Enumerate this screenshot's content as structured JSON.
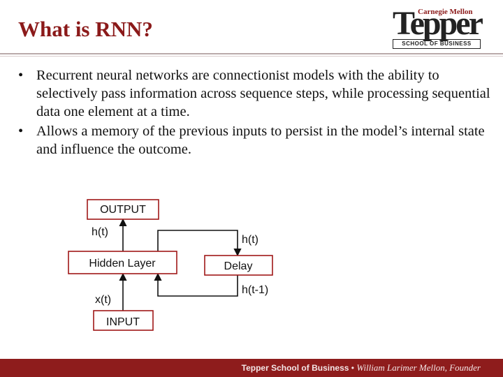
{
  "slide": {
    "title": "What is RNN?",
    "bullets": [
      "Recurrent neural networks are connectionist models with the ability to selectively pass information across sequence steps, while processing sequential data one element at a time.",
      "Allows a memory of the previous inputs to persist in the model’s internal state and influence the outcome."
    ],
    "bullet_glyph": "•"
  },
  "logo": {
    "top_text": "Carnegie Mellon",
    "main_text": "Tepper",
    "sub_text": "SCHOOL OF BUSINESS"
  },
  "diagram": {
    "nodes": {
      "output": "OUTPUT",
      "hidden": "Hidden Layer",
      "delay": "Delay",
      "input": "INPUT"
    },
    "edge_labels": {
      "hidden_to_output": "h(t)",
      "input_to_hidden": "x(t)",
      "hidden_to_delay": "h(t)",
      "delay_to_hidden": "h(t-1)"
    },
    "colors": {
      "box_border": "#a01818",
      "arrow": "#111111"
    }
  },
  "footer": {
    "bold": "Tepper School of Business",
    "separator": " • ",
    "italic": "William Larimer Mellon, Founder",
    "color": "#8e1c1c"
  }
}
